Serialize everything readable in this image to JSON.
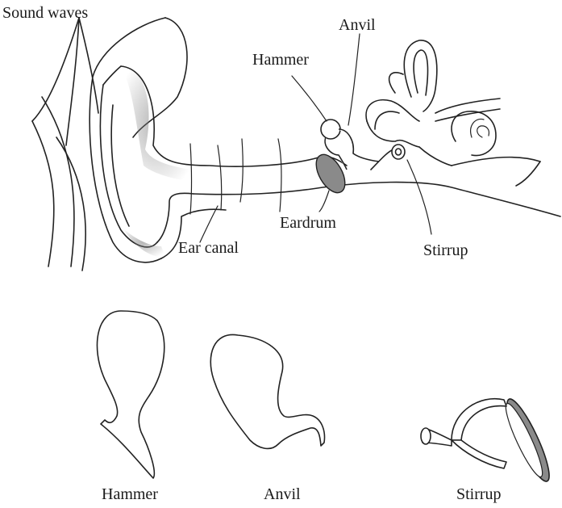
{
  "labels": {
    "sound_waves": "Sound waves",
    "anvil": "Anvil",
    "hammer": "Hammer",
    "eardrum": "Eardrum",
    "ear_canal": "Ear canal",
    "stirrup": "Stirrup"
  },
  "bones": {
    "hammer": "Hammer",
    "anvil": "Anvil",
    "stirrup": "Stirrup"
  }
}
